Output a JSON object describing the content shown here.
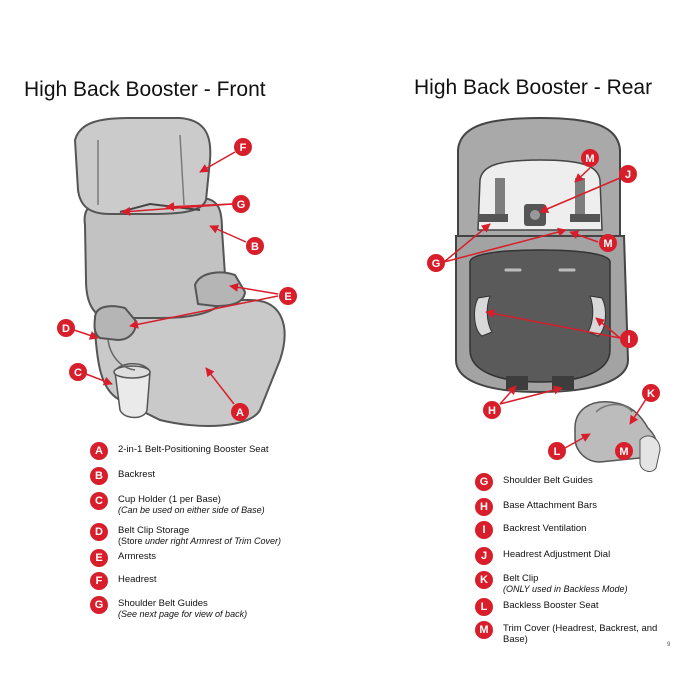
{
  "titles": {
    "front": "High Back Booster - Front",
    "rear": "High Back Booster - Rear"
  },
  "accent_color": "#d81e2a",
  "front_callouts": [
    "F",
    "G",
    "B",
    "E",
    "D",
    "C",
    "A"
  ],
  "rear_callouts": [
    "M",
    "J",
    "M",
    "G",
    "I",
    "H",
    "K",
    "M",
    "L"
  ],
  "legend_front": [
    {
      "letter": "A",
      "text": "2-in-1 Belt-Positioning Booster Seat",
      "note": ""
    },
    {
      "letter": "B",
      "text": "Backrest",
      "note": ""
    },
    {
      "letter": "C",
      "text": "Cup Holder (1 per Base)",
      "note": "(Can be used on either side of Base)"
    },
    {
      "letter": "D",
      "text": "Belt Clip Storage",
      "note_pre": "(Store",
      "note_mid": " under right ",
      "note_post": "Armrest of Trim Cover)"
    },
    {
      "letter": "E",
      "text": "Armrests",
      "note": ""
    },
    {
      "letter": "F",
      "text": "Headrest",
      "note": ""
    },
    {
      "letter": "G",
      "text": "Shoulder Belt Guides",
      "note": "(See next page for view of back)"
    }
  ],
  "legend_rear": [
    {
      "letter": "G",
      "text": "Shoulder Belt Guides",
      "note": ""
    },
    {
      "letter": "H",
      "text": "Base Attachment Bars",
      "note": ""
    },
    {
      "letter": "I",
      "text": "Backrest Ventilation",
      "note": ""
    },
    {
      "letter": "J",
      "text": "Headrest Adjustment Dial",
      "note": ""
    },
    {
      "letter": "K",
      "text": "Belt Clip",
      "note": "(ONLY used in Backless Mode)"
    },
    {
      "letter": "L",
      "text": "Backless Booster Seat",
      "note": ""
    },
    {
      "letter": "M",
      "text": "Trim Cover (Headrest, Backrest, and Base)",
      "note": ""
    }
  ],
  "page_number": "9"
}
